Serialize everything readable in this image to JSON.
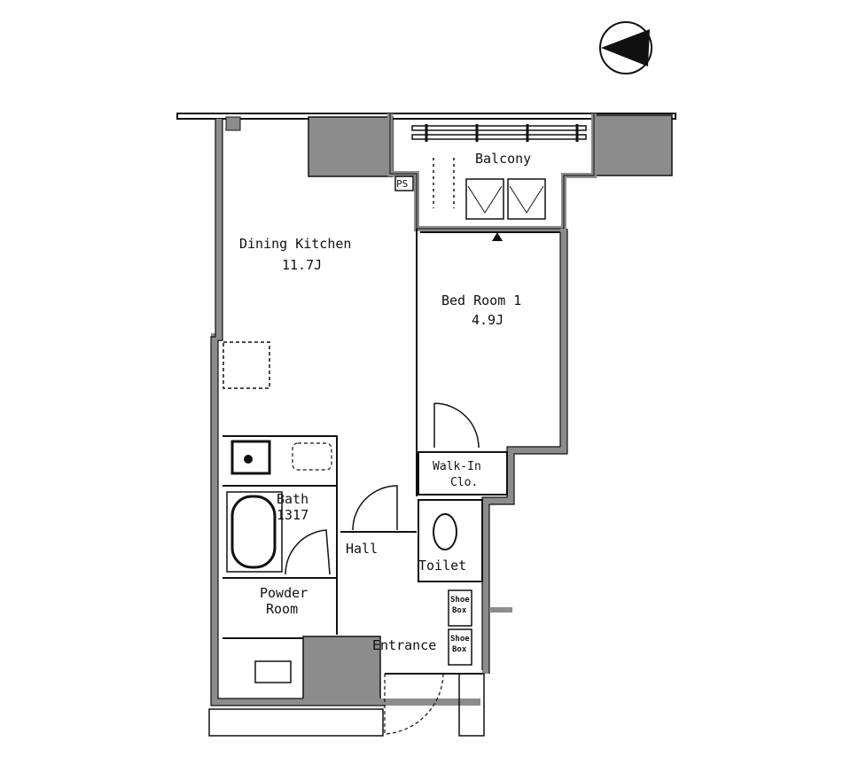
{
  "floorplan": {
    "compass": {
      "icon": "north-arrow-icon",
      "direction": "west-pointing"
    },
    "rooms": {
      "balcony": {
        "name": "Balcony"
      },
      "ps": {
        "name": "PS"
      },
      "dining_kitchen": {
        "name": "Dining Kitchen",
        "area": "11.7J"
      },
      "bedroom1": {
        "name": "Bed Room 1",
        "area": "4.9J"
      },
      "walkin": {
        "name_line1": "Walk-In",
        "name_line2": "Clo."
      },
      "bath": {
        "name": "Bath",
        "size": "1317"
      },
      "hall": {
        "name": "Hall"
      },
      "toilet": {
        "name": "Toilet"
      },
      "powder_room": {
        "name_line1": "Powder",
        "name_line2": "Room"
      },
      "entrance": {
        "name": "Entrance"
      },
      "shoe_box1": {
        "label_line1": "Shoe",
        "label_line2": "Box"
      },
      "shoe_box2": {
        "label_line1": "Shoe",
        "label_line2": "Box"
      }
    },
    "colors": {
      "wall": "#8c8c8c",
      "line": "#111111",
      "background": "#ffffff"
    }
  }
}
